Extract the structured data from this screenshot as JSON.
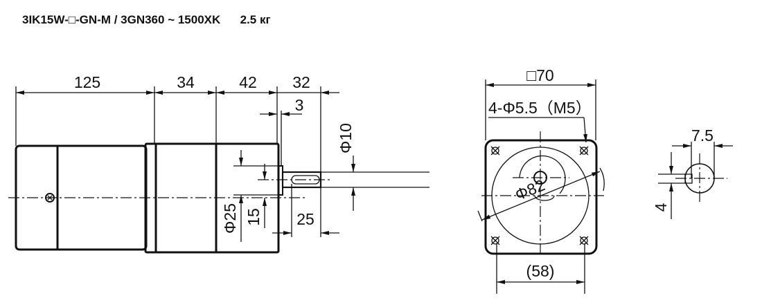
{
  "title": "3IK15W-□-GN-M / 3GN360 ~ 1500XK      2.5 кг",
  "side_view": {
    "dims": {
      "motor_length": "125",
      "gearbox_section_1": "34",
      "gearbox_section_2": "42",
      "shaft_length": "32",
      "pilot_thickness": "3",
      "shaft_diameter": "Φ10",
      "pilot_diameter": "Φ25",
      "shaft_offset": "15",
      "key_length": "25"
    }
  },
  "front_view": {
    "dims": {
      "flange_square": "□70",
      "mounting_holes": "4-Φ5.5（M5）",
      "pitch_circle": "Φ82",
      "hole_spacing": "(58)"
    }
  },
  "shaft_end_view": {
    "dims": {
      "key_width": "7.5",
      "key_depth": "4"
    }
  }
}
